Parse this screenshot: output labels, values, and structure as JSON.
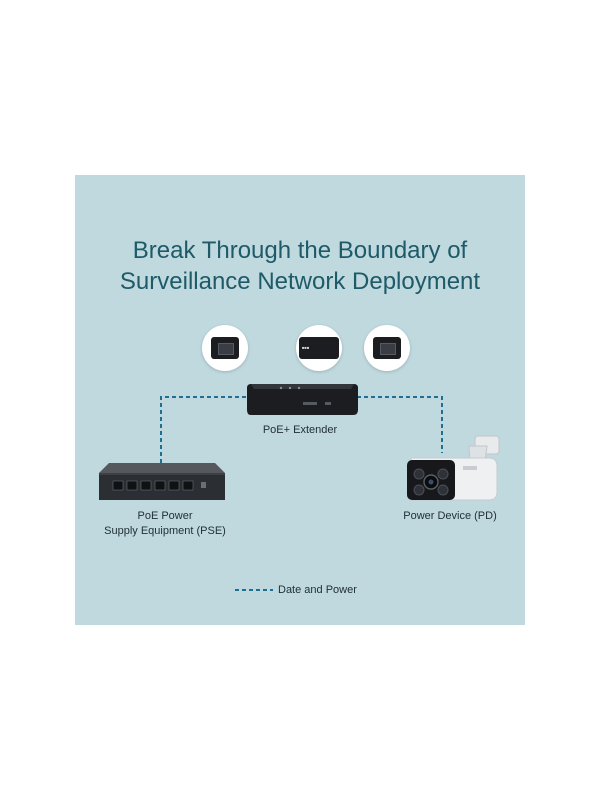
{
  "title": {
    "line1": "Break Through the Boundary of",
    "line2": "Surveillance Network Deployment"
  },
  "devices": {
    "extender": {
      "label": "PoE+ Extender"
    },
    "switch": {
      "label_line1": "PoE Power",
      "label_line2": "Supply Equipment (PSE)"
    },
    "camera": {
      "label": "Power Device (PD)"
    }
  },
  "legend": {
    "label": "Date and Power"
  },
  "colors": {
    "panel_background": "#bfd9df",
    "title": "#1e5a68",
    "link_line": "#1f6f93",
    "device_dark": "#1b1d20"
  },
  "icons": [
    "ethernet-port-icon",
    "poe-extender-device",
    "poe-switch-device",
    "bullet-camera-device",
    "dashed-line-icon"
  ]
}
